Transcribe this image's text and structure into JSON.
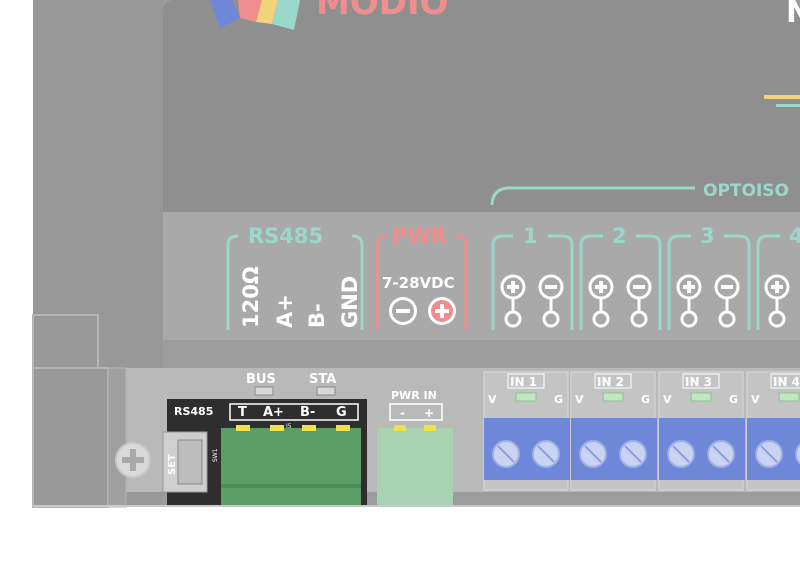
{
  "brand": {
    "text": "MODIO",
    "corner_letter": "N"
  },
  "colors": {
    "board": "#9c9c9c",
    "panel": "#a9a9a9",
    "accent_teal": "#9ad8cc",
    "accent_red": "#f08d8d",
    "terminal_green": "#5a9e66",
    "terminal_light_green": "#a9d2b2",
    "terminal_blue": "#6f87d8"
  },
  "opto_section": {
    "title": "OPTOISO"
  },
  "rs485": {
    "title": "RS485",
    "pins": [
      "120Ω",
      "A+",
      "B-",
      "GND"
    ]
  },
  "pwr": {
    "title": "PWR",
    "voltage": "7-28VDC",
    "minus": "−",
    "plus": "+"
  },
  "inputs": {
    "numbers": [
      "1",
      "2",
      "3",
      "4"
    ],
    "plus_symbol": "+",
    "minus_symbol": "−"
  },
  "leds": {
    "bus": "BUS",
    "sta": "STA"
  },
  "connector_rs485": {
    "label": "RS485",
    "pins": [
      "T",
      "A+",
      "B-",
      "G"
    ],
    "j_label": "J5",
    "sw_label": "SW1"
  },
  "set_button": {
    "label": "SET"
  },
  "pwr_in": {
    "label": "PWR IN",
    "pins": [
      "-",
      "+"
    ]
  },
  "in_blocks": [
    {
      "label": "IN 1",
      "v": "V",
      "g": "G"
    },
    {
      "label": "IN 2",
      "v": "V",
      "g": "G"
    },
    {
      "label": "IN 3",
      "v": "V",
      "g": "G"
    },
    {
      "label": "IN 4",
      "v": "V",
      "g": ""
    }
  ]
}
